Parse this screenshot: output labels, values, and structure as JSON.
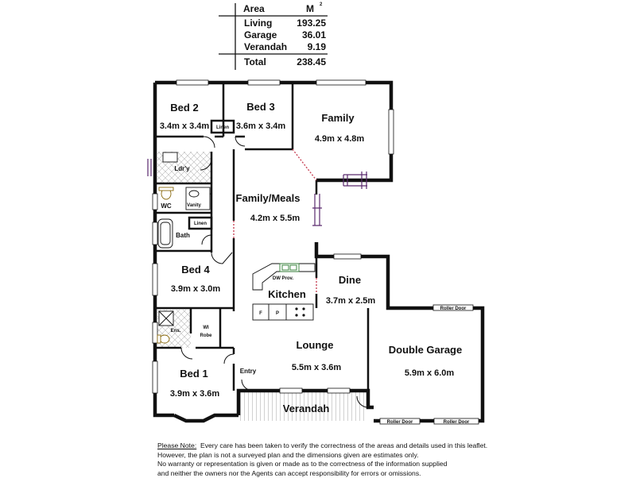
{
  "area_table": {
    "header": "Area",
    "unit": "M",
    "unit_sup": "2",
    "rows": [
      {
        "label": "Living",
        "value": "193.25"
      },
      {
        "label": "Garage",
        "value": "36.01"
      },
      {
        "label": "Verandah",
        "value": "9.19"
      }
    ],
    "total": {
      "label": "Total",
      "value": "238.45"
    }
  },
  "rooms": {
    "bed2": {
      "name": "Bed 2",
      "dim": "3.4m x 3.4m"
    },
    "bed3": {
      "name": "Bed 3",
      "dim": "3.6m x 3.4m"
    },
    "family": {
      "name": "Family",
      "dim": "4.9m x 4.8m"
    },
    "family_meals": {
      "name": "Family/Meals",
      "dim": "4.2m x 5.5m"
    },
    "bed4": {
      "name": "Bed 4",
      "dim": "3.9m x 3.0m"
    },
    "dine": {
      "name": "Dine",
      "dim": "3.7m x 2.5m"
    },
    "kitchen": {
      "name": "Kitchen"
    },
    "lounge": {
      "name": "Lounge",
      "dim": "5.5m x 3.6m"
    },
    "double_garage": {
      "name": "Double Garage",
      "dim": "5.9m x 6.0m"
    },
    "bed1": {
      "name": "Bed 1",
      "dim": "3.9m x 3.6m"
    },
    "verandah": {
      "name": "Verandah"
    }
  },
  "labels": {
    "linen_top": "Linen",
    "linen_bath": "Linen",
    "laundry": "Ldr'y",
    "wc": "WC",
    "vanity": "Vanity",
    "bath": "Bath",
    "ensuite": "Ens.",
    "wi_robe_1": "WI",
    "wi_robe_2": "Robe",
    "entry": "Entry",
    "dw_prov": "DW Prov.",
    "fridge": "F",
    "pantry": "P",
    "roller_door_right": "Roller Door",
    "roller_door_bottom_1": "Roller Door",
    "roller_door_bottom_2": "Roller Door"
  },
  "note": {
    "heading": "Please Note:",
    "line1": "Every care has been taken to verify the correctness of the areas and details used in this leaflet.",
    "line2": "However, the plan is not a surveyed plan and the dimensions given are estimates only.",
    "line3": "No warranty or representation is given or made as to the correctness of the information supplied",
    "line4": "and neither the owners nor the Agents can accept responsibility for errors or omissions."
  }
}
